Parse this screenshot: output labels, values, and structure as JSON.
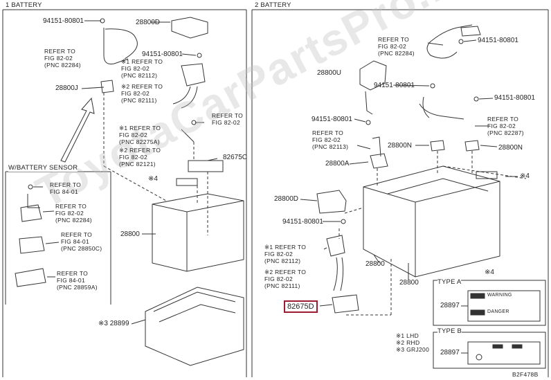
{
  "left_section": {
    "title": "1 BATTERY",
    "labels": {
      "p94151_top": "94151-80801",
      "p28800D": "28800D",
      "ref_82284": "REFER TO\nFIG 82-02\n(PNC 82284)",
      "p94151_mid": "94151-80801",
      "ref_x1_82112": "※1 REFER TO\nFIG 82-02\n(PNC 82112)",
      "p28800J": "28800J",
      "ref_x2_82111": "※2 REFER TO\nFIG 82-02\n(PNC 82111)",
      "ref_fig82_right": "REFER TO\nFIG 82-02",
      "ref_x1_82275A": "※1 REFER TO\nFIG 82-02\n(PNC 82275A)",
      "ref_x2_82121": "※2 REFER TO\nFIG 82-02\n(PNC 82121)",
      "p82675C": "82675C",
      "x4": "※4",
      "p28800": "28800",
      "p28899": "※3 28899"
    }
  },
  "sensor_section": {
    "title": "W/BATTERY SENSOR",
    "labels": {
      "ref_84_01_a": "REFER TO\nFIG 84-01",
      "ref_82284": "REFER TO\nFIG 82-02\n(PNC 82284)",
      "ref_28850C": "REFER TO\nFIG 84-01\n(PNC 28850C)",
      "ref_28859A": "REFER TO\nFIG 84-01\n(PNC 28859A)"
    }
  },
  "right_section": {
    "title": "2 BATTERY",
    "labels": {
      "ref_82284": "REFER TO\nFIG 82-02\n(PNC 82284)",
      "p94151_a": "94151-80801",
      "p28800U": "28800U",
      "p94151_b": "94151-80801",
      "p94151_c": "94151-80801",
      "ref_82287": "REFER TO\nFIG 82-02\n(PNC 82287)",
      "p94151_d": "94151-80801",
      "ref_82113": "REFER TO\nFIG 82-02\n(PNC 82113)",
      "p28800N_left": "28800N",
      "p28800N_right": "28800N",
      "p28800A": "28800A",
      "x4_top": "※4",
      "p28800D": "28800D",
      "p94151_e": "94151-80801",
      "ref_x1_82112": "※1 REFER TO\nFIG 82-02\n(PNC 82112)",
      "ref_x2_82111": "※2 REFER TO\nFIG 82-02\n(PNC 82111)",
      "p28800_a": "28800",
      "p28800_b": "28800",
      "x4_bottom": "※4",
      "p82675D": "82675D"
    }
  },
  "type_a": {
    "title": "TYPE A",
    "part": "28897",
    "label_line1": "WARNING",
    "label_line2": "DANGER"
  },
  "type_b": {
    "title": "TYPE B",
    "part": "28897"
  },
  "notes": [
    "※1 LHD",
    "※2 RHD",
    "※3 GRJ200"
  ],
  "figure_code": "B2F478B",
  "watermark": "ToyotaCarPartsPro.ru"
}
